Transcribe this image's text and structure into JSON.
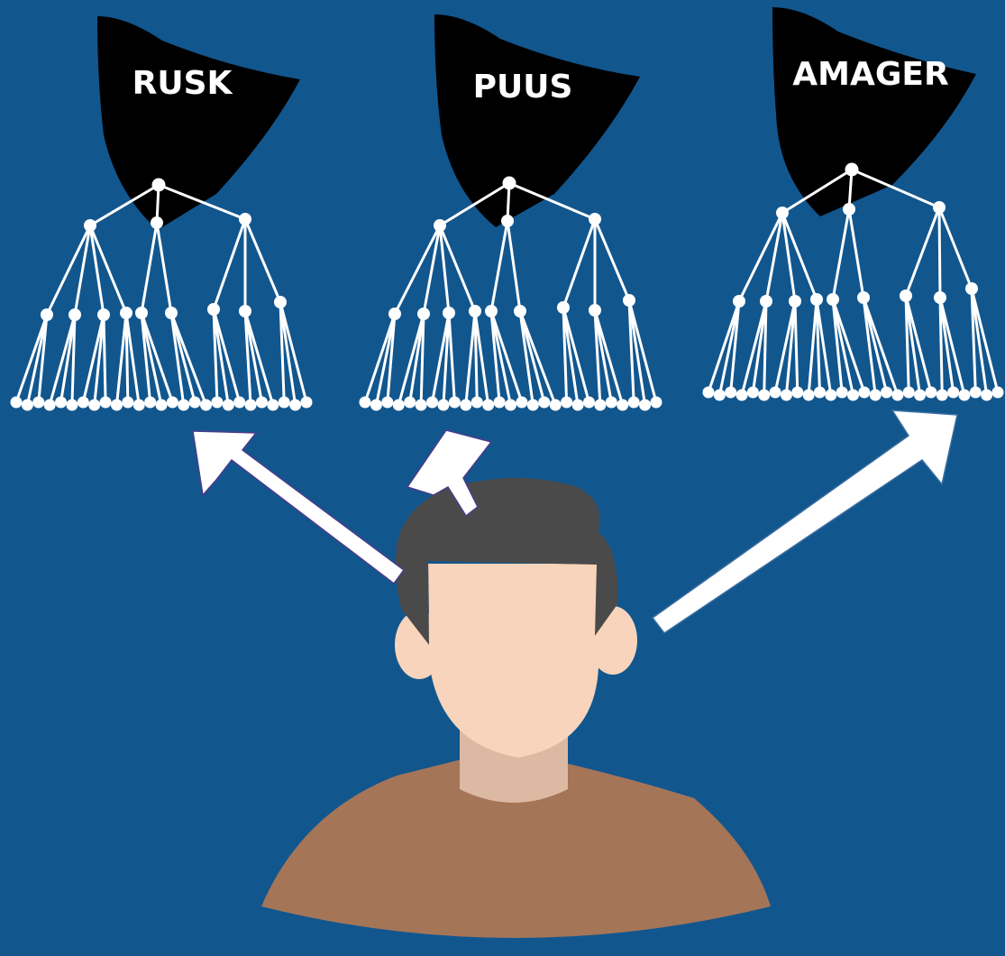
{
  "background_color": "#12568e",
  "trees": [
    {
      "label": "RUSK"
    },
    {
      "label": "PUUS"
    },
    {
      "label": "AMAGER"
    }
  ],
  "colors": {
    "shield": "#000000",
    "tree": "#ffffff",
    "arrow": "#ffffff",
    "hair": "#4a4a4a",
    "skin": "#f7d4bb",
    "neck": "#dbb9a2",
    "shirt": "#a57558"
  },
  "icons": [
    "shield-icon",
    "tree-icon",
    "arrow-icon",
    "person-icon"
  ]
}
